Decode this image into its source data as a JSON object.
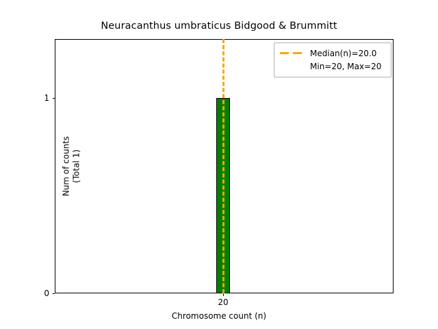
{
  "chart_data": {
    "type": "bar",
    "title": "Neuracanthus umbraticus Bidgood & Brummitt",
    "xlabel": "Chromosome count (n)",
    "ylabel": "Num of counts\n(Total 1)",
    "categories": [
      "20"
    ],
    "values": [
      1
    ],
    "x": [
      20
    ],
    "xtick_labels": [
      "20"
    ],
    "ytick_labels": [
      "0",
      "1"
    ],
    "ytick_values": [
      0,
      1
    ],
    "ylim": [
      0,
      1.3
    ],
    "grid": false,
    "legend_position": "upper right",
    "bar_color": "#008000",
    "bar_edge_color": "#000000",
    "median_line_color": "#ffa500",
    "median_value": 20.0,
    "annotations": {
      "median_line": "vertical dashed line at n=20"
    },
    "legend": [
      {
        "label": "Median(n)=20.0",
        "marker": "dashed-line",
        "color": "#ffa500"
      },
      {
        "label": "Min=20, Max=20",
        "marker": "none",
        "color": "#000000"
      }
    ]
  }
}
